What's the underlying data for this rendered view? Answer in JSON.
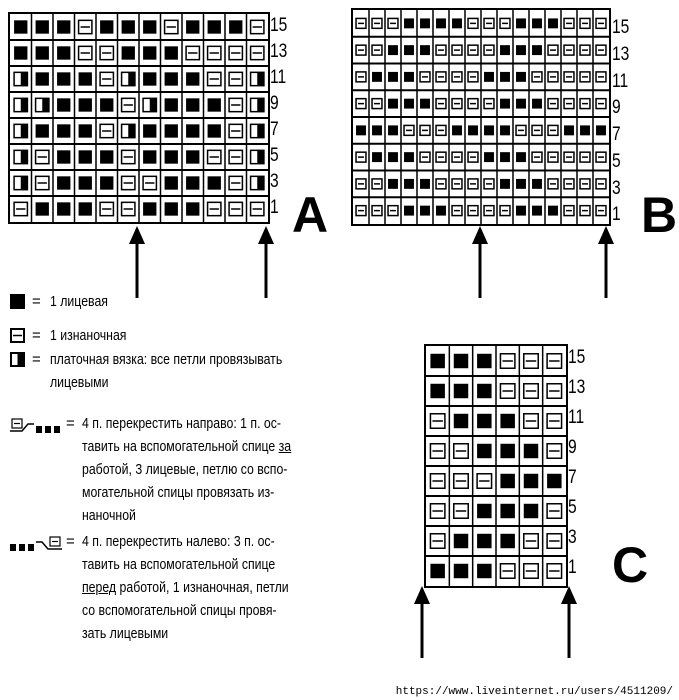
{
  "charts": [
    {
      "letter": "A",
      "row_numbers": [
        "15",
        "13",
        "11",
        "9",
        "7",
        "5",
        "3",
        "1"
      ],
      "rows": [
        "KKKPKKKPKKKP",
        "KKKPPKKKPPPP",
        "HKKKPHKKKPPH",
        "HHKKKPHKKKPH",
        "HKKKPHKKKKPH",
        "HPKKKPKKKPPH",
        "HPKKKPPKKKPH",
        "PKKKPPKKKPPP"
      ]
    },
    {
      "letter": "B",
      "row_numbers": [
        "15",
        "13",
        "11",
        "9",
        "7",
        "5",
        "3",
        "1"
      ],
      "rows": [
        "PPPKKKKPPPKKKPPP",
        "PPKKKPPPPKKKPPPP",
        "PKKKPPPPKKKPPPPP",
        "PPKKKPPPPKKKPPPP",
        "KKKPPPKKKKPPPKKK",
        "PKKKPPPPKKKPPPPP",
        "PPKKKPPPPKKKPPPP",
        "PPPKKKPPPPKKKPPP"
      ]
    },
    {
      "letter": "C",
      "row_numbers": [
        "15",
        "13",
        "11",
        "9",
        "7",
        "5",
        "3",
        "1"
      ],
      "rows": [
        "KKKPPP",
        "KKKPPP",
        "PKKKPP",
        "PPKKKP",
        "PPPKKK",
        "PPKKKP",
        "PKKKPP",
        "KKKPPP"
      ]
    }
  ],
  "legend": {
    "eq": "=",
    "knit_label": "1 лицевая",
    "purl_label": "1 изнаночная",
    "garter_label_1": "платочная вязка: все петли провязывать",
    "garter_label_2": "лицевыми",
    "cross_right": {
      "icon": "cross-right-icon",
      "lines": [
        "4 п. перекрестить направо: 1 п. ос-",
        "тавить на вспомогательной спице",
        "работой, 3 лицевые, петлю со вспо-",
        "могательной спицы провязать из-",
        "наночной"
      ],
      "underlined": "за"
    },
    "cross_left": {
      "icon": "cross-left-icon",
      "lines": [
        "4 п. перекрестить налево: 3 п. ос-",
        "тавить на вспомогательной спице",
        "работой, 1 изнаночная, петли",
        "со вспомогательной спицы провя-",
        "зать лицевыми"
      ],
      "underlined": "перед"
    }
  },
  "footer": "https://www.liveinternet.ru/users/4511209/"
}
